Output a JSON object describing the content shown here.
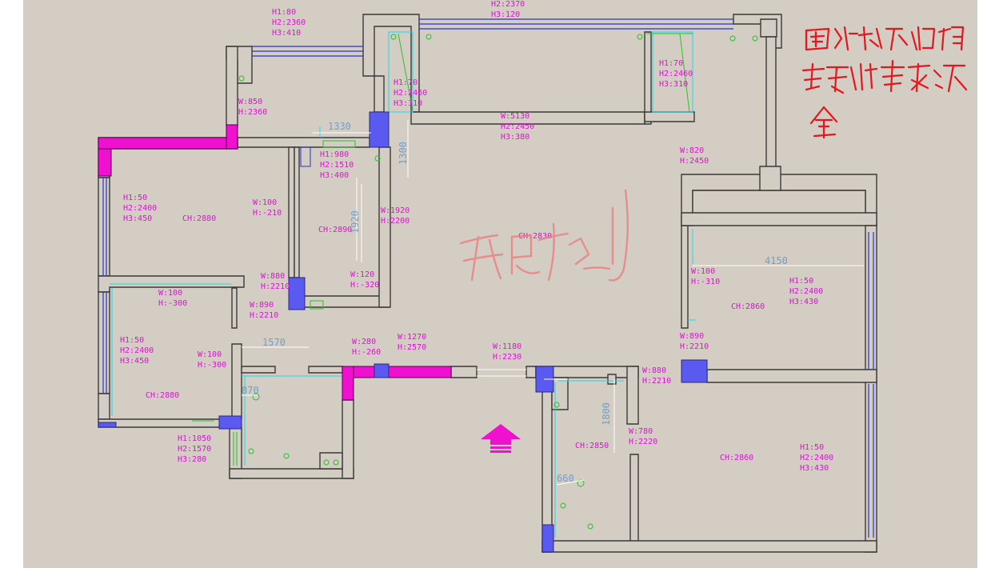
{
  "colors": {
    "background": "#d3cdc4",
    "label": "#e010d8",
    "dimension": "#6f9fd0",
    "window_glass": "#2a34c8",
    "cyan_line": "#22d8e8",
    "green_line": "#27c227",
    "column": "#5a5af0",
    "structural_wall": "#f010d0",
    "annotation": "#e5161d"
  },
  "labels": [
    {
      "id": "win-top",
      "lines": [
        "H2:2370",
        "H3:120"
      ]
    },
    {
      "id": "win-topleft",
      "lines": [
        "H1:80",
        "H2:2360",
        "H3:410"
      ]
    },
    {
      "id": "win-balc-left",
      "lines": [
        "H1:70",
        "H2:2460",
        "H3:310"
      ]
    },
    {
      "id": "win-balc-right",
      "lines": [
        "H1:70",
        "H2:2460",
        "H3:310"
      ]
    },
    {
      "id": "opening-850",
      "lines": [
        "W:850",
        "H:2360"
      ]
    },
    {
      "id": "beam-5130",
      "lines": [
        "W:5130",
        "H2:2450",
        "H3:380"
      ]
    },
    {
      "id": "win-980",
      "lines": [
        "H1:980",
        "H2:1510",
        "H3:400"
      ]
    },
    {
      "id": "opening-820",
      "lines": [
        "W:820",
        "H:2450"
      ]
    },
    {
      "id": "win-bed1",
      "lines": [
        "H1:50",
        "H2:2400",
        "H3:450"
      ]
    },
    {
      "id": "ch-2880-a",
      "lines": [
        "CH:2880"
      ]
    },
    {
      "id": "beam-100-210",
      "lines": [
        "W:100",
        "H:-210"
      ]
    },
    {
      "id": "ch-2890",
      "lines": [
        "CH:2890"
      ]
    },
    {
      "id": "door-1920",
      "lines": [
        "W:1920",
        "H:2200"
      ]
    },
    {
      "id": "ch-2830",
      "lines": [
        "CH:2830"
      ]
    },
    {
      "id": "door-880-a",
      "lines": [
        "W:880",
        "H:2210"
      ]
    },
    {
      "id": "beam-120",
      "lines": [
        "W:120",
        "H:-320"
      ]
    },
    {
      "id": "beam-100-310",
      "lines": [
        "W:100",
        "H:-310"
      ]
    },
    {
      "id": "win-bed3",
      "lines": [
        "H1:50",
        "H2:2400",
        "H3:430"
      ]
    },
    {
      "id": "ch-2860-a",
      "lines": [
        "CH:2860"
      ]
    },
    {
      "id": "beam-100-300-a",
      "lines": [
        "W:100",
        "H:-300"
      ]
    },
    {
      "id": "door-890-a",
      "lines": [
        "W:890",
        "H:2210"
      ]
    },
    {
      "id": "win-bed2",
      "lines": [
        "H1:50",
        "H2:2400",
        "H3:450"
      ]
    },
    {
      "id": "beam-100-300-b",
      "lines": [
        "W:100",
        "H:-300"
      ]
    },
    {
      "id": "beam-280",
      "lines": [
        "W:280",
        "H:-260"
      ]
    },
    {
      "id": "door-1270",
      "lines": [
        "W:1270",
        "H:2570"
      ]
    },
    {
      "id": "door-1180",
      "lines": [
        "W:1180",
        "H:2230"
      ]
    },
    {
      "id": "door-890-b",
      "lines": [
        "W:890",
        "H:2210"
      ]
    },
    {
      "id": "door-880-b",
      "lines": [
        "W:880",
        "H:2210"
      ]
    },
    {
      "id": "ch-2880-b",
      "lines": [
        "CH:2880"
      ]
    },
    {
      "id": "door-780",
      "lines": [
        "W:780",
        "H:2220"
      ]
    },
    {
      "id": "ch-2850",
      "lines": [
        "CH:2850"
      ]
    },
    {
      "id": "ch-2860-b",
      "lines": [
        "CH:2860"
      ]
    },
    {
      "id": "win-bed4",
      "lines": [
        "H1:50",
        "H2:2400",
        "H3:430"
      ]
    },
    {
      "id": "win-bath",
      "lines": [
        "H1:1050",
        "H2:1570",
        "H3:280"
      ]
    }
  ],
  "dimensions": [
    {
      "id": "dim-1330",
      "text": "1330"
    },
    {
      "id": "dim-1300",
      "text": "1300"
    },
    {
      "id": "dim-1920",
      "text": "1920"
    },
    {
      "id": "dim-4150",
      "text": "4150"
    },
    {
      "id": "dim-1570",
      "text": "1570"
    },
    {
      "id": "dim-870",
      "text": "870"
    },
    {
      "id": "dim-1800",
      "text": "1800"
    },
    {
      "id": "dim-660",
      "text": "660"
    }
  ],
  "entrance": {
    "icon": "entrance-arrow-icon"
  },
  "annotation": {
    "icon": "handwritten-note-icon"
  },
  "watermark": {
    "icon": "handwritten-watermark-icon"
  }
}
